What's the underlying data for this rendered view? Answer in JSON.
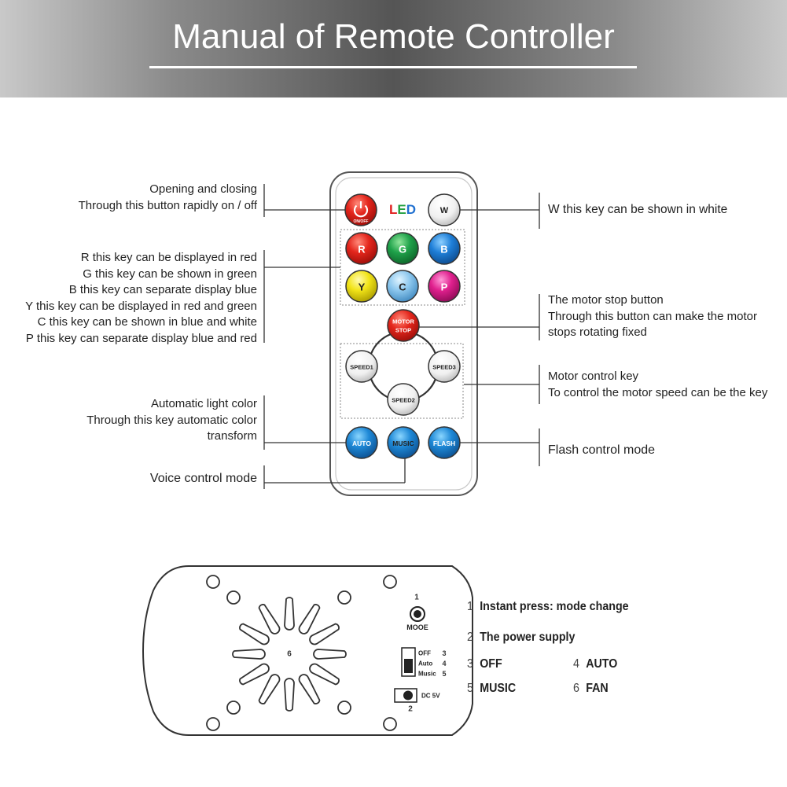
{
  "header": {
    "title": "Manual of Remote Controller"
  },
  "remote": {
    "led_letters": [
      "L",
      "E",
      "D"
    ],
    "led_colors": [
      "#e02020",
      "#22a040",
      "#2070d0"
    ],
    "power_sub": "ON/OFF",
    "w": "W",
    "color_keys": [
      "R",
      "G",
      "B",
      "Y",
      "C",
      "P"
    ],
    "motor_stop": [
      "MOTOR",
      "STOP"
    ],
    "speed1": "SPEED1",
    "speed2": "SPEED2",
    "speed3": "SPEED3",
    "auto": "AUTO",
    "music": "MUSIC",
    "flash": "FLASH"
  },
  "labels": {
    "power": [
      "Opening and closing",
      "Through this button rapidly on / off"
    ],
    "colors": [
      "R this key can be displayed in red",
      "G this key can be shown in green",
      "B this key can separate display blue",
      "Y this key can be displayed in red and green",
      "C this key can be shown in blue and white",
      "P this key can separate display blue and red"
    ],
    "auto": [
      "Automatic light color",
      "Through this key automatic color",
      "transform"
    ],
    "voice": "Voice control mode",
    "white": "W this key can be shown in white",
    "motor_stop": [
      "The motor stop button",
      "Through this button can make the motor",
      "stops rotating fixed"
    ],
    "motor_control": [
      "Motor control key",
      "To control the motor speed can be the key"
    ],
    "flash": "Flash control mode"
  },
  "device": {
    "fan_number": "6",
    "mode_number": "1",
    "mode_label": "MOOE",
    "switch_labels": [
      "OFF",
      "Auto",
      "Music"
    ],
    "switch_numbers": [
      "3",
      "4",
      "5"
    ],
    "dc_label": "DC 5V",
    "dc_number": "2"
  },
  "legend": [
    {
      "num": "1",
      "text": "Instant press: mode change"
    },
    {
      "num": "2",
      "text": "The power supply"
    },
    {
      "num": "3",
      "text": "OFF"
    },
    {
      "num": "4",
      "text": "AUTO"
    },
    {
      "num": "5",
      "text": "MUSIC"
    },
    {
      "num": "6",
      "text": "FAN"
    }
  ]
}
